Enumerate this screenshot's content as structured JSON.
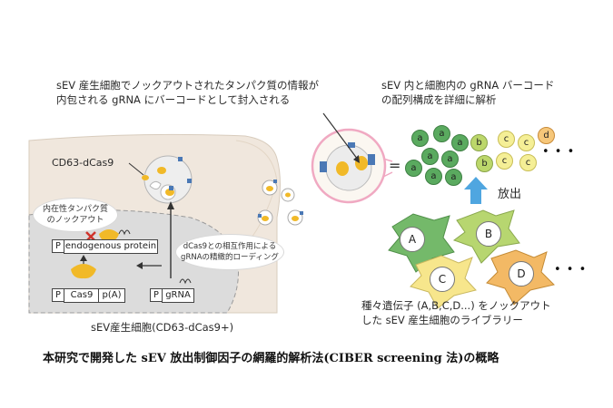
{
  "top_left_note": [
    "sEV 産生細胞でノックアウトされたタンパク質の情報が",
    "内包される gRNA にバーコードとして封入される"
  ],
  "top_right_note": [
    "sEV 内と細胞内の gRNA バーコード",
    "の配列構成を詳細に解析"
  ],
  "cd63_label": "CD63-dCas9",
  "knockout_bubble": [
    "内在性タンパク質",
    "のノックアウト"
  ],
  "loading_bubble": [
    "dCas9との相互作用による",
    "gRNAの精緻的ローディング"
  ],
  "constructs": {
    "p": "P",
    "endogenous": "endogenous protein",
    "cas9": "Cas9",
    "polyA": "p(A)",
    "grna": "gRNA"
  },
  "producer_label": "sEV産生細胞(CD63-dCas9+)",
  "equals_sign": "=",
  "barcodes": {
    "a": "a",
    "b": "b",
    "c": "c",
    "d": "d",
    "dots": "• • •",
    "colors": {
      "a": "#5aaa5f",
      "b": "#bcd76b",
      "c": "#f5ef96",
      "d": "#f6c77a"
    }
  },
  "release_label": "放出",
  "library_cells": {
    "A": "A",
    "B": "B",
    "C": "C",
    "D": "D",
    "dots": "• • •"
  },
  "library_note": [
    "種々遺伝子 (A,B,C,D...) をノックアウト",
    "した sEV 産生細胞のライブラリー"
  ],
  "caption": "本研究で開発した sEV 放出制御因子の網羅的解析法(CIBER screening 法)の概略",
  "colors": {
    "cell_outer": "#f0e7dd",
    "nucleus": "#dcdcdc",
    "protein": "#f1b928",
    "cd63": "#4a78b5",
    "pink": "#f0a9c2",
    "arrow_blue": "#4fa6e0",
    "cell_green": "#74b96a",
    "cell_lime": "#b7d670",
    "cell_yellow": "#f7e68c",
    "cell_orange": "#f3b965"
  }
}
